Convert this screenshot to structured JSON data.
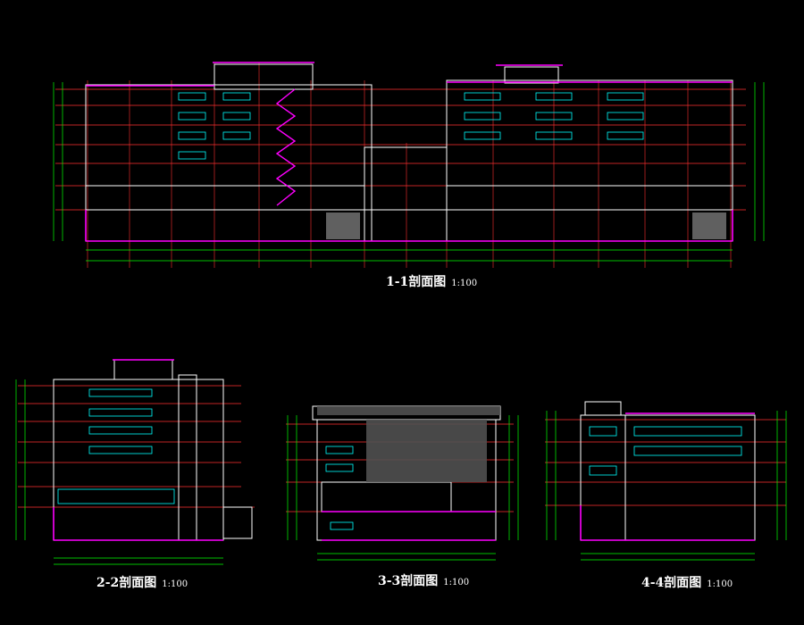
{
  "drawing": {
    "background": "#000000",
    "colors": {
      "outline": "#ffffff",
      "floor_line": "#ff3030",
      "grid_axis": "#ff3030",
      "dimension": "#00ff00",
      "slab": "#ff00ff",
      "window": "#00ffff",
      "label": "#ffffff",
      "stair": "#ff00ff",
      "shading": "#808080",
      "door": "#ffff00"
    },
    "sections": [
      {
        "id": "1-1",
        "title": "1-1剖面图",
        "scale": "1:100"
      },
      {
        "id": "2-2",
        "title": "2-2剖面图",
        "scale": "1:100"
      },
      {
        "id": "3-3",
        "title": "3-3剖面图",
        "scale": "1:100"
      },
      {
        "id": "4-4",
        "title": "4-4剖面图",
        "scale": "1:100"
      }
    ]
  }
}
